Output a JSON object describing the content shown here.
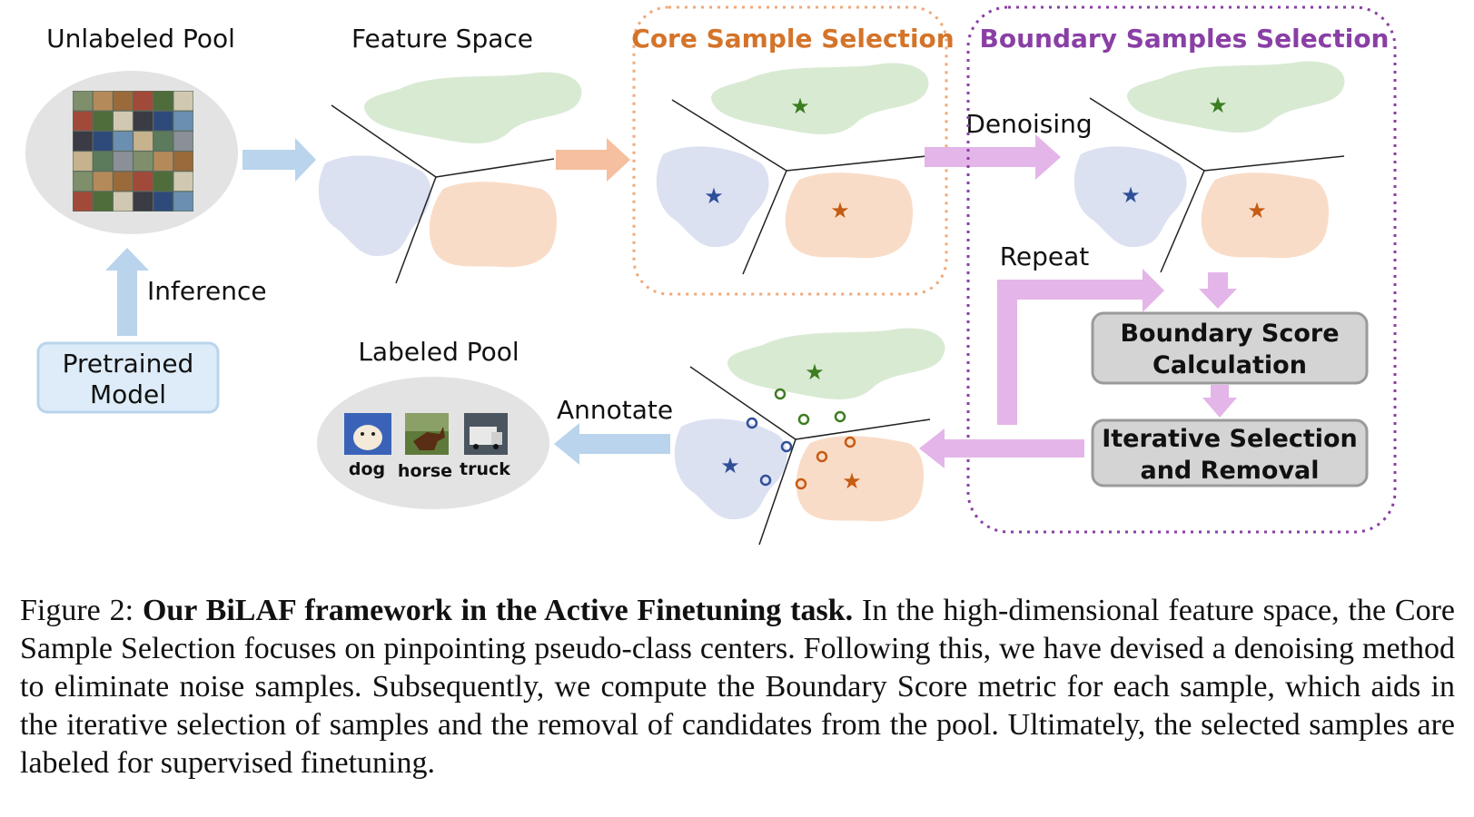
{
  "labels": {
    "unlabeled_pool": "Unlabeled Pool",
    "feature_space": "Feature Space",
    "core_sample_selection": "Core Sample Selection",
    "boundary_samples_selection": "Boundary Samples Selection",
    "denoising": "Denoising",
    "repeat": "Repeat",
    "inference": "Inference",
    "pretrained_model_line1": "Pretrained",
    "pretrained_model_line2": "Model",
    "labeled_pool": "Labeled Pool",
    "annotate": "Annotate",
    "boundary_score_line1": "Boundary Score",
    "boundary_score_line2": "Calculation",
    "iterative_line1": "Iterative Selection",
    "iterative_line2": "and Removal",
    "dog": "dog",
    "horse": "horse",
    "truck": "truck"
  },
  "colors": {
    "green_cluster": "#d9ead3",
    "blue_cluster": "#dbe1f1",
    "orange_cluster": "#f9dcc8",
    "green_mark": "#3c7d22",
    "blue_mark": "#2f4f9a",
    "orange_mark": "#c65b12",
    "blue_arrow": "#b9d4ec",
    "orange_arrow": "#f6bf9f",
    "pink_arrow": "#e4b5e8",
    "core_title": "#d4742a",
    "boundary_title": "#8a3fa5",
    "pool_ellipse": "#e3e3e3",
    "model_box": "#ddecf8",
    "gray_box": "#d4d4d4"
  },
  "caption": {
    "prefix": "Figure 2: ",
    "bold": "Our BiLAF framework in the Active Finetuning task.",
    "text": " In the high-dimensional feature space, the Core Sample Selection focuses on pinpointing pseudo-class centers. Following this, we have devised a denoising method to eliminate noise samples. Subsequently, we compute the Boundary Score metric for each sample, which aids in the iterative selection of samples and the removal of candidates from the pool. Ultimately, the selected samples are labeled for supervised finetuning."
  }
}
